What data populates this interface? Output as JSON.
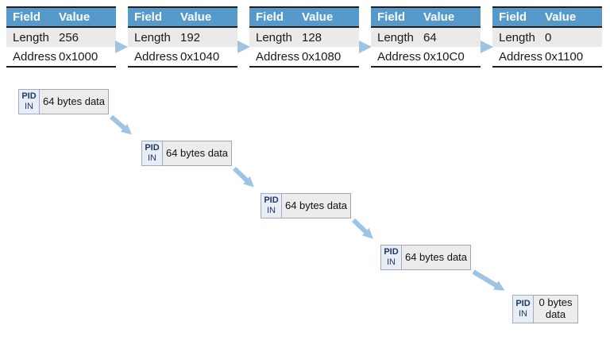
{
  "tables": [
    {
      "headers": {
        "field": "Field",
        "value": "Value"
      },
      "rows": [
        {
          "field": "Length",
          "value": "256"
        },
        {
          "field": "Address",
          "value": "0x1000"
        }
      ]
    },
    {
      "headers": {
        "field": "Field",
        "value": "Value"
      },
      "rows": [
        {
          "field": "Length",
          "value": "192"
        },
        {
          "field": "Address",
          "value": "0x1040"
        }
      ]
    },
    {
      "headers": {
        "field": "Field",
        "value": "Value"
      },
      "rows": [
        {
          "field": "Length",
          "value": "128"
        },
        {
          "field": "Address",
          "value": "0x1080"
        }
      ]
    },
    {
      "headers": {
        "field": "Field",
        "value": "Value"
      },
      "rows": [
        {
          "field": "Length",
          "value": "64"
        },
        {
          "field": "Address",
          "value": "0x10C0"
        }
      ]
    },
    {
      "headers": {
        "field": "Field",
        "value": "Value"
      },
      "rows": [
        {
          "field": "Length",
          "value": "0"
        },
        {
          "field": "Address",
          "value": "0x1100"
        }
      ]
    }
  ],
  "packets": [
    {
      "pid": "PID",
      "direction": "IN",
      "data": "64 bytes data"
    },
    {
      "pid": "PID",
      "direction": "IN",
      "data": "64 bytes data"
    },
    {
      "pid": "PID",
      "direction": "IN",
      "data": "64 bytes data"
    },
    {
      "pid": "PID",
      "direction": "IN",
      "data": "64 bytes data"
    },
    {
      "pid": "PID",
      "direction": "IN",
      "data": "0 bytes data"
    }
  ],
  "icons": {
    "table_link_arrow": "right-arrow-icon",
    "packet_link_arrow": "diagonal-arrow-icon"
  },
  "colors": {
    "header_bg": "#5699CB",
    "header_text": "#FFFFFF",
    "row_band_bg": "#EAEAEA",
    "border_dark": "#1F1F1F",
    "arrow_blue": "#9DC3E6",
    "pid_bg": "#E9EDF6",
    "pid_text": "#1F3864",
    "pid_border": "#9DABC9",
    "data_bg": "#ECECEC",
    "data_border": "#A6A6A6"
  }
}
